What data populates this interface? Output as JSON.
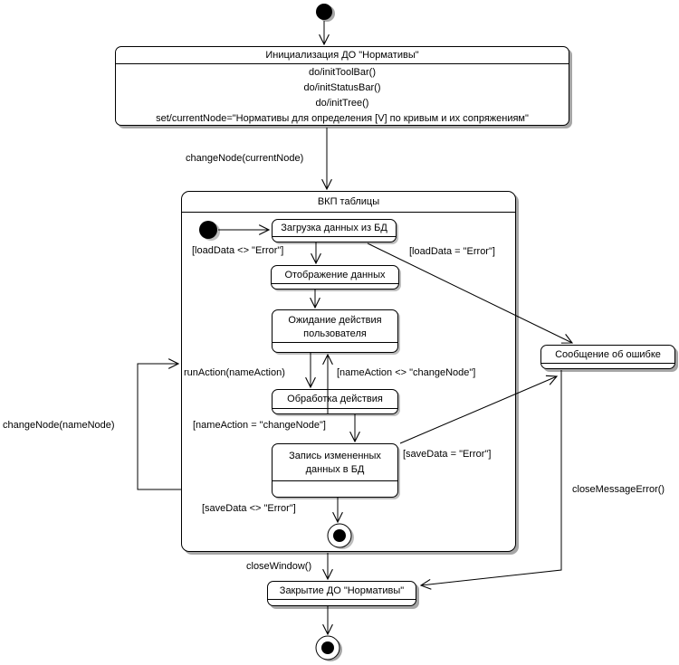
{
  "diagram": {
    "states": {
      "init": {
        "title": "Инициализация ДО \"Нормативы\"",
        "actions": [
          "do/initToolBar()",
          "do/initStatusBar()",
          "do/initTree()",
          "set/currentNode=\"Нормативы для определения [V] по кривым и их сопряжениям\""
        ]
      },
      "vkp": {
        "title": "ВКП таблицы"
      },
      "load": {
        "title": "Загрузка данных из БД"
      },
      "display": {
        "title": "Отображение данных"
      },
      "wait": {
        "title": "Ожидание действия\nпользователя"
      },
      "process": {
        "title": "Обработка действия"
      },
      "save": {
        "title": "Запись измененных\nданных в БД"
      },
      "error": {
        "title": "Сообщение об ошибке"
      },
      "close": {
        "title": "Закрытие ДО \"Нормативы\""
      }
    },
    "labels": {
      "change_node_current": "changeNode(currentNode)",
      "load_ok": "[loadData <> \"Error\"]",
      "load_err": "[loadData = \"Error\"]",
      "run_action": "runAction(nameAction)",
      "action_not_change": "[nameAction <> \"changeNode\"]",
      "action_change": "[nameAction = \"changeNode\"]",
      "save_err": "[saveData = \"Error\"]",
      "save_ok": "[saveData <> \"Error\"]",
      "close_window": "closeWindow()",
      "close_message_error": "closeMessageError()",
      "change_node_name": "changeNode(nameNode)"
    },
    "colors": {
      "line": "#000000",
      "fill": "#ffffff",
      "shadow": "#a6a6a6"
    }
  }
}
